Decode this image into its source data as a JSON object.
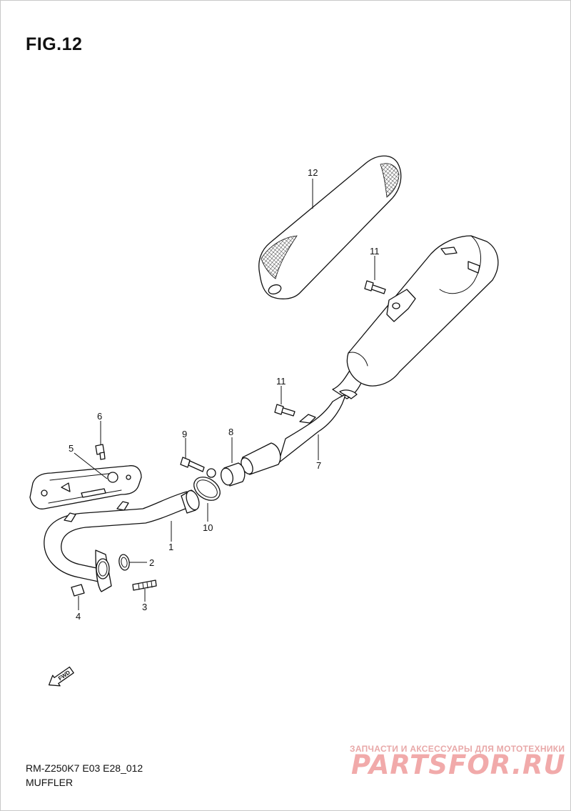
{
  "figure": {
    "title": "FIG.12"
  },
  "footer": {
    "code": "RM-Z250K7 E03 E28_012",
    "name": "MUFFLER"
  },
  "watermark": {
    "subtitle": "ЗАПЧАСТИ И АКСЕССУАРЫ ДЛЯ МОТОТЕХНИКИ",
    "brand": "PARTSFOR.RU"
  },
  "direction_arrow": {
    "label": "FWD"
  },
  "callouts": [
    "12",
    "11",
    "11",
    "6",
    "5",
    "9",
    "8",
    "7",
    "10",
    "1",
    "2",
    "3",
    "4"
  ],
  "colors": {
    "ink": "#111111",
    "watermark": "#f1aaaa"
  }
}
